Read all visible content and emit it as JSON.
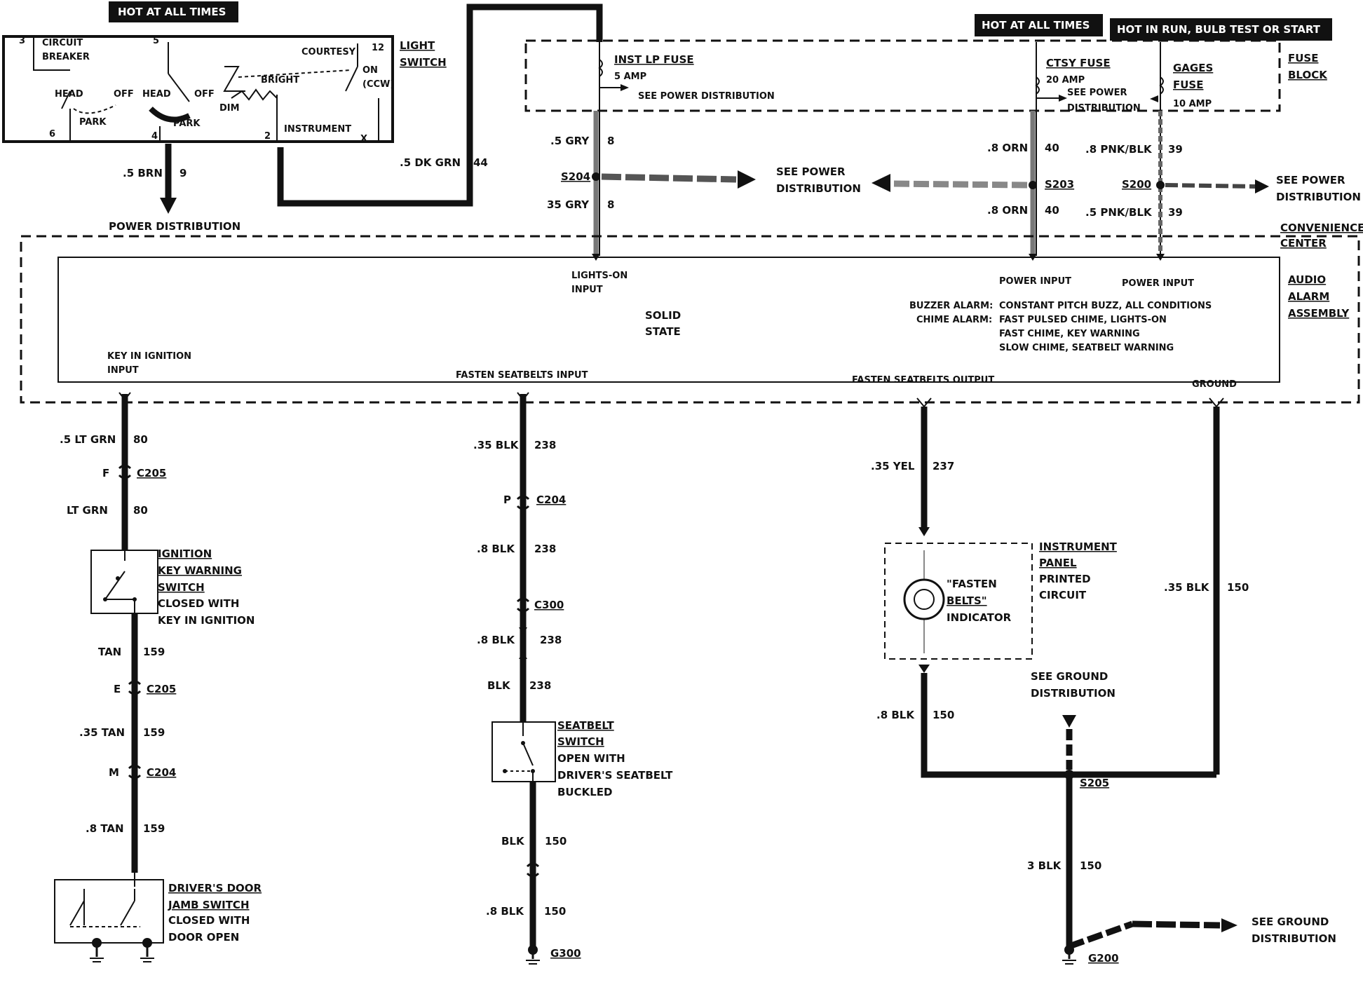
{
  "header_tags": {
    "left": "HOT AT ALL TIMES",
    "mid": "HOT AT ALL TIMES",
    "right": "HOT IN RUN, BULB TEST OR START"
  },
  "light_switch": {
    "title1": "LIGHT",
    "title2": "SWITCH",
    "circuit1": "CIRCUIT",
    "circuit2": "BREAKER",
    "head1": "HEAD",
    "off1": "OFF",
    "park1": "PARK",
    "head2": "HEAD",
    "off2": "OFF",
    "park2": "PARK",
    "bright": "BRIGHT",
    "dim": "DIM",
    "courtesy": "COURTESY",
    "on": "ON",
    "ccw": "(CCW)",
    "instrument": "INSTRUMENT",
    "term3": "3",
    "term5": "5",
    "term12": "12",
    "term6": "6",
    "term4": "4",
    "term2": "2",
    "termX": "X"
  },
  "brn_wire": {
    "size": ".5 BRN",
    "circuit": "9",
    "dest": "POWER DISTRIBUTION"
  },
  "dkgrn_wire": {
    "size": ".5 DK GRN",
    "circuit": "44"
  },
  "fuse_block": {
    "title1": "FUSE",
    "title2": "BLOCK",
    "inst_fuse": "INST LP FUSE",
    "inst_amp": "5 AMP",
    "inst_see": "SEE POWER DISTRIBUTION",
    "ctsy_fuse": "CTSY FUSE",
    "ctsy_amp": "20 AMP",
    "ctsy_see1": "SEE POWER",
    "ctsy_see2": "DISTRIBUTION",
    "gages1": "GAGES",
    "gages2": "FUSE",
    "gages_amp": "10 AMP"
  },
  "feeds": {
    "gry1": ".5 GRY",
    "gry1_c": "8",
    "s204": "S204",
    "gry2": "35 GRY",
    "gry2_c": "8",
    "see_pd1": "SEE POWER",
    "see_pd2": "DISTRIBUTION",
    "orn1": ".8 ORN",
    "orn1_c": "40",
    "s203": "S203",
    "orn2": ".8 ORN",
    "orn2_c": "40",
    "pnk1": ".8 PNK/BLK",
    "pnk1_c": "39",
    "s200": "S200",
    "pnk2": ".5 PNK/BLK",
    "pnk2_c": "39",
    "see_pd3": "SEE POWER",
    "see_pd4": "DISTRIBUTION"
  },
  "convenience_center": {
    "l1": "CONVENIENCE",
    "l2": "CENTER"
  },
  "alarm": {
    "title1": "AUDIO",
    "title2": "ALARM",
    "title3": "ASSEMBLY",
    "lights_on1": "LIGHTS-ON",
    "lights_on2": "INPUT",
    "power_in1": "POWER INPUT",
    "power_in2": "POWER INPUT",
    "solid": "SOLID",
    "state": "STATE",
    "buzzer_lbl": "BUZZER ALARM:",
    "buzzer_val": "CONSTANT PITCH BUZZ, ALL CONDITIONS",
    "chime_lbl": "CHIME ALARM:",
    "chime1": "FAST PULSED CHIME, LIGHTS-ON",
    "chime2": "FAST CHIME, KEY WARNING",
    "chime3": "SLOW CHIME, SEATBELT WARNING",
    "key_in1": "KEY IN IGNITION",
    "key_in2": "INPUT",
    "fasten_in": "FASTEN SEATBELTS INPUT",
    "fasten_out": "FASTEN SEATBELTS OUTPUT",
    "ground": "GROUND"
  },
  "col1": {
    "w1": ".5 LT GRN",
    "w1_c": "80",
    "c1_pin": "F",
    "c1": "C205",
    "w2": "LT GRN",
    "w2_c": "80",
    "sw_t1": "IGNITION",
    "sw_t2": "KEY WARNING",
    "sw_t3": "SWITCH",
    "sw_d1": "CLOSED WITH",
    "sw_d2": "KEY IN IGNITION",
    "w3": "TAN",
    "w3_c": "159",
    "c2_pin": "E",
    "c2": "C205",
    "w4": ".35 TAN",
    "w4_c": "159",
    "c3_pin": "M",
    "c3": "C204",
    "w5": ".8 TAN",
    "w5_c": "159",
    "dj1": "DRIVER'S DOOR",
    "dj2": "JAMB SWITCH",
    "dj3": "CLOSED WITH",
    "dj4": "DOOR OPEN"
  },
  "col2": {
    "w1": ".35 BLK",
    "w1_c": "238",
    "c1_pin": "P",
    "c1": "C204",
    "w2": ".8 BLK",
    "w2_c": "238",
    "c2": "C300",
    "w3": ".8 BLK",
    "w3_c": "238",
    "w4": "BLK",
    "w4_c": "238",
    "sw_t1": "SEATBELT",
    "sw_t2": "SWITCH",
    "sw_d1": "OPEN WITH",
    "sw_d2": "DRIVER'S SEATBELT",
    "sw_d3": "BUCKLED",
    "w5": "BLK",
    "w5_c": "150",
    "w6": ".8 BLK",
    "w6_c": "150",
    "gnd": "G300"
  },
  "col3": {
    "w1": ".35 YEL",
    "w1_c": "237",
    "ipc1": "INSTRUMENT",
    "ipc2": "PANEL",
    "ipc3": "PRINTED",
    "ipc4": "CIRCUIT",
    "ind1": "\"FASTEN",
    "ind2": "BELTS\"",
    "ind3": "INDICATOR",
    "w2": ".8 BLK",
    "w2_c": "150",
    "see_g1": "SEE GROUND",
    "see_g2": "DISTRIBUTION",
    "s205": "S205",
    "w3": "3 BLK",
    "w3_c": "150",
    "gnd": "G200",
    "see_g3": "SEE GROUND",
    "see_g4": "DISTRIBUTION"
  },
  "col4": {
    "w1": ".35 BLK",
    "w1_c": "150"
  }
}
